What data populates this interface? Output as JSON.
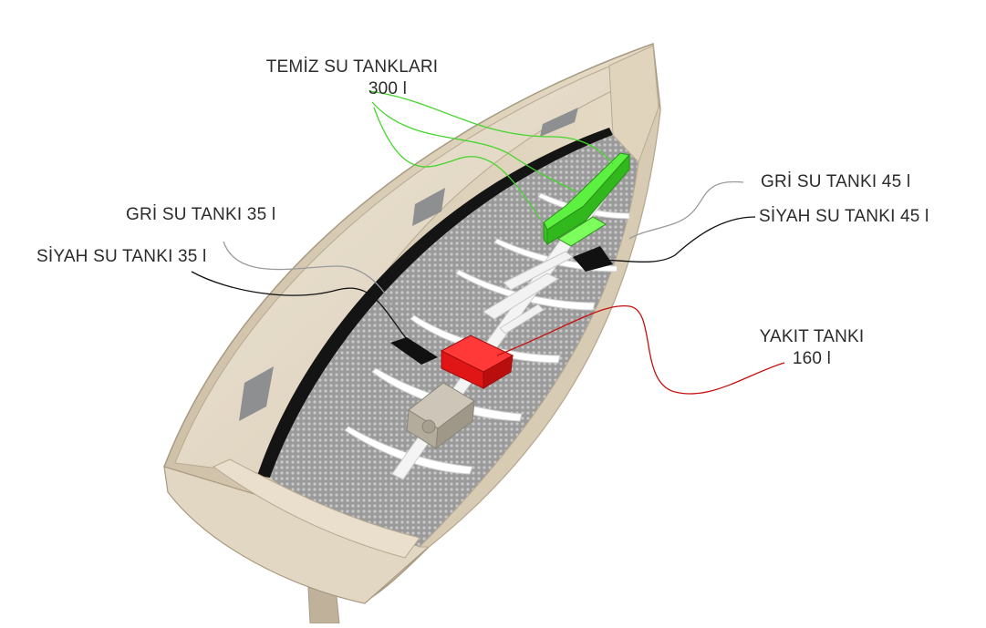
{
  "labels": {
    "fresh_water_title": "TEMİZ SU TANKLARI",
    "fresh_water_capacity": "300 l",
    "grey_aft": "GRİ SU TANKI 35 l",
    "black_aft": "SİYAH SU TANKI 35 l",
    "grey_fwd": "GRİ SU TANKI 45 l",
    "black_fwd": "SİYAH SU TANKI 45 l",
    "fuel_title": "YAKIT TANKI",
    "fuel_capacity": "160 l"
  },
  "colors": {
    "fresh_water": "#44d62c",
    "fuel": "#e81818",
    "black_water": "#111111",
    "grey_leader": "#9a9a9a",
    "black_leader": "#111111",
    "hull_wood": "#e6dccb",
    "floor": "#9c9c9c"
  }
}
